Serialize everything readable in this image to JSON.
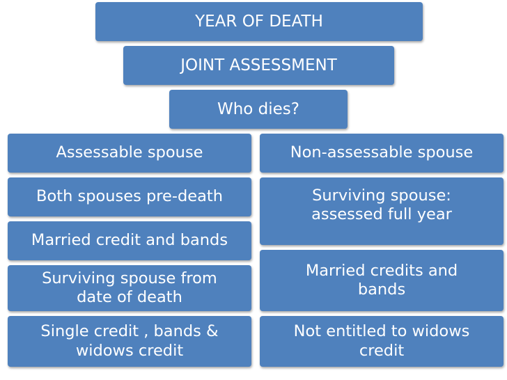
{
  "header": {
    "year_of_death": "YEAR OF DEATH",
    "joint_assessment": "JOINT ASSESSMENT",
    "question": "Who dies?"
  },
  "left_column": {
    "heading": "Assessable spouse",
    "item_1": "Both spouses pre-death",
    "item_2": "Married credit and bands",
    "item_3": "Surviving spouse from date of death",
    "item_4": "Single credit , bands & widows credit"
  },
  "right_column": {
    "heading": "Non-assessable spouse",
    "item_1": "Surviving spouse: assessed full year",
    "item_2": "Married credits and bands",
    "item_3": "Not entitled to widows credit"
  },
  "colors": {
    "box_fill": "#4f81bd",
    "text": "#ffffff",
    "background": "#ffffff"
  }
}
